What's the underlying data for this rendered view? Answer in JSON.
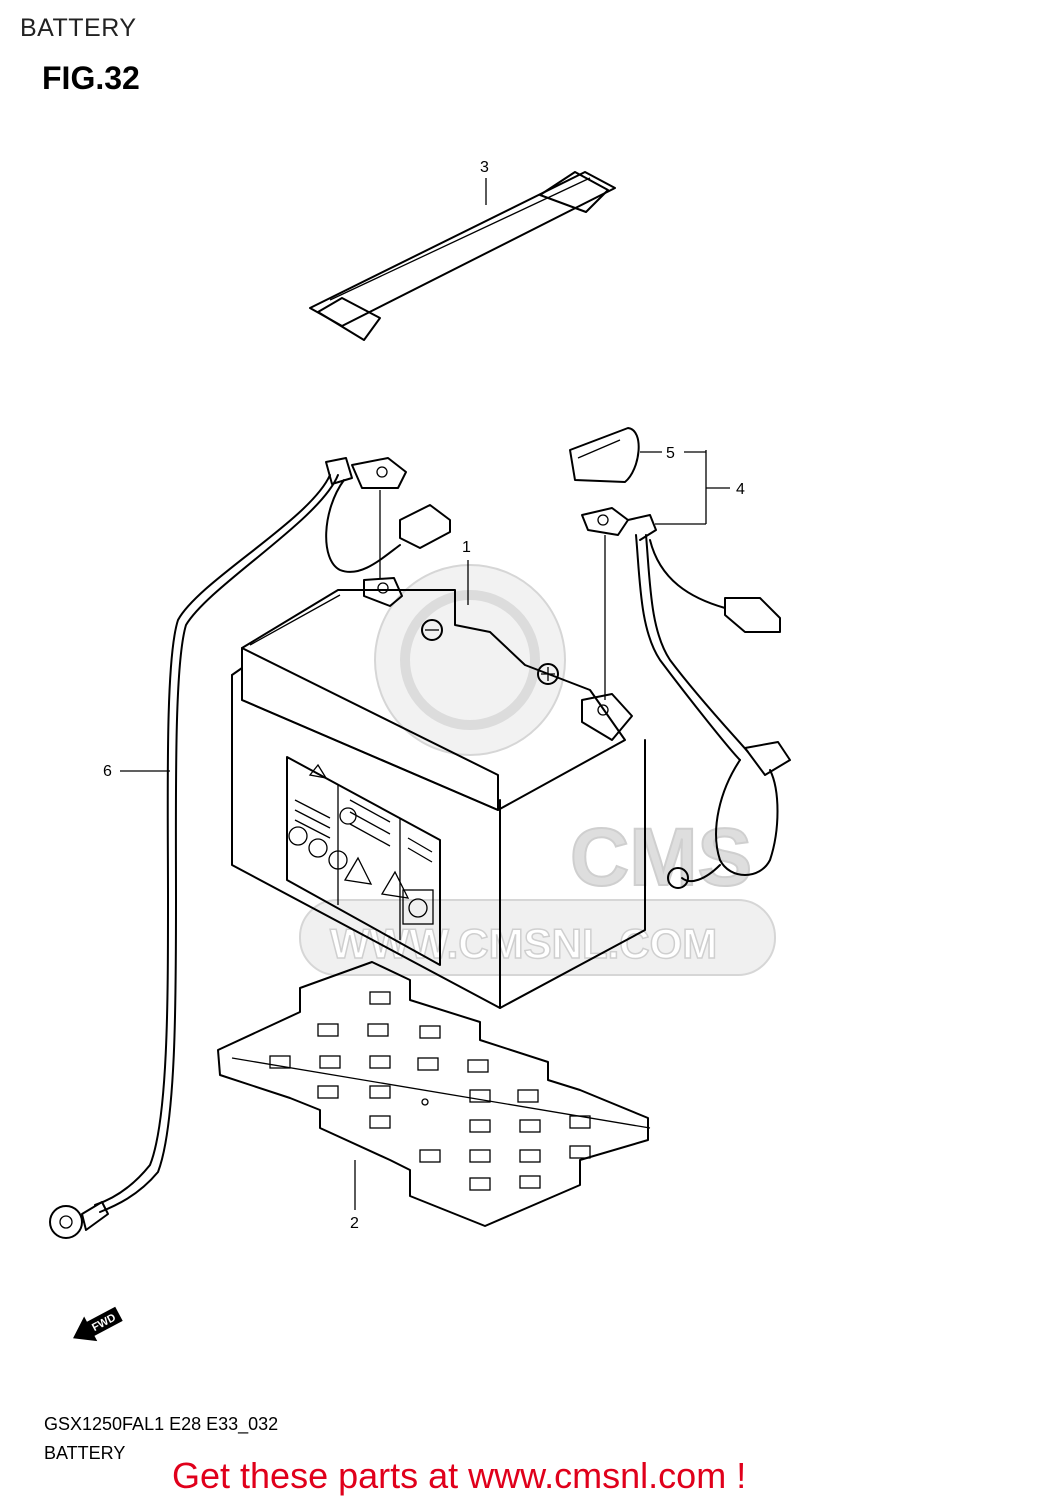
{
  "header": {
    "title": "BATTERY"
  },
  "figure": {
    "label": "FIG.32"
  },
  "callouts": [
    {
      "id": "1",
      "text": "1"
    },
    {
      "id": "2",
      "text": "2"
    },
    {
      "id": "3",
      "text": "3"
    },
    {
      "id": "4",
      "text": "4"
    },
    {
      "id": "5",
      "text": "5"
    },
    {
      "id": "6",
      "text": "6"
    }
  ],
  "direction_badge": {
    "text": "FWD"
  },
  "watermark": {
    "logo_text": "CMS",
    "url_text": "WWW.CMSNL.COM"
  },
  "footer": {
    "model_code": "GSX1250FAL1 E28 E33_032",
    "section": "BATTERY",
    "cta": "Get these parts at www.cmsnl.com !"
  }
}
